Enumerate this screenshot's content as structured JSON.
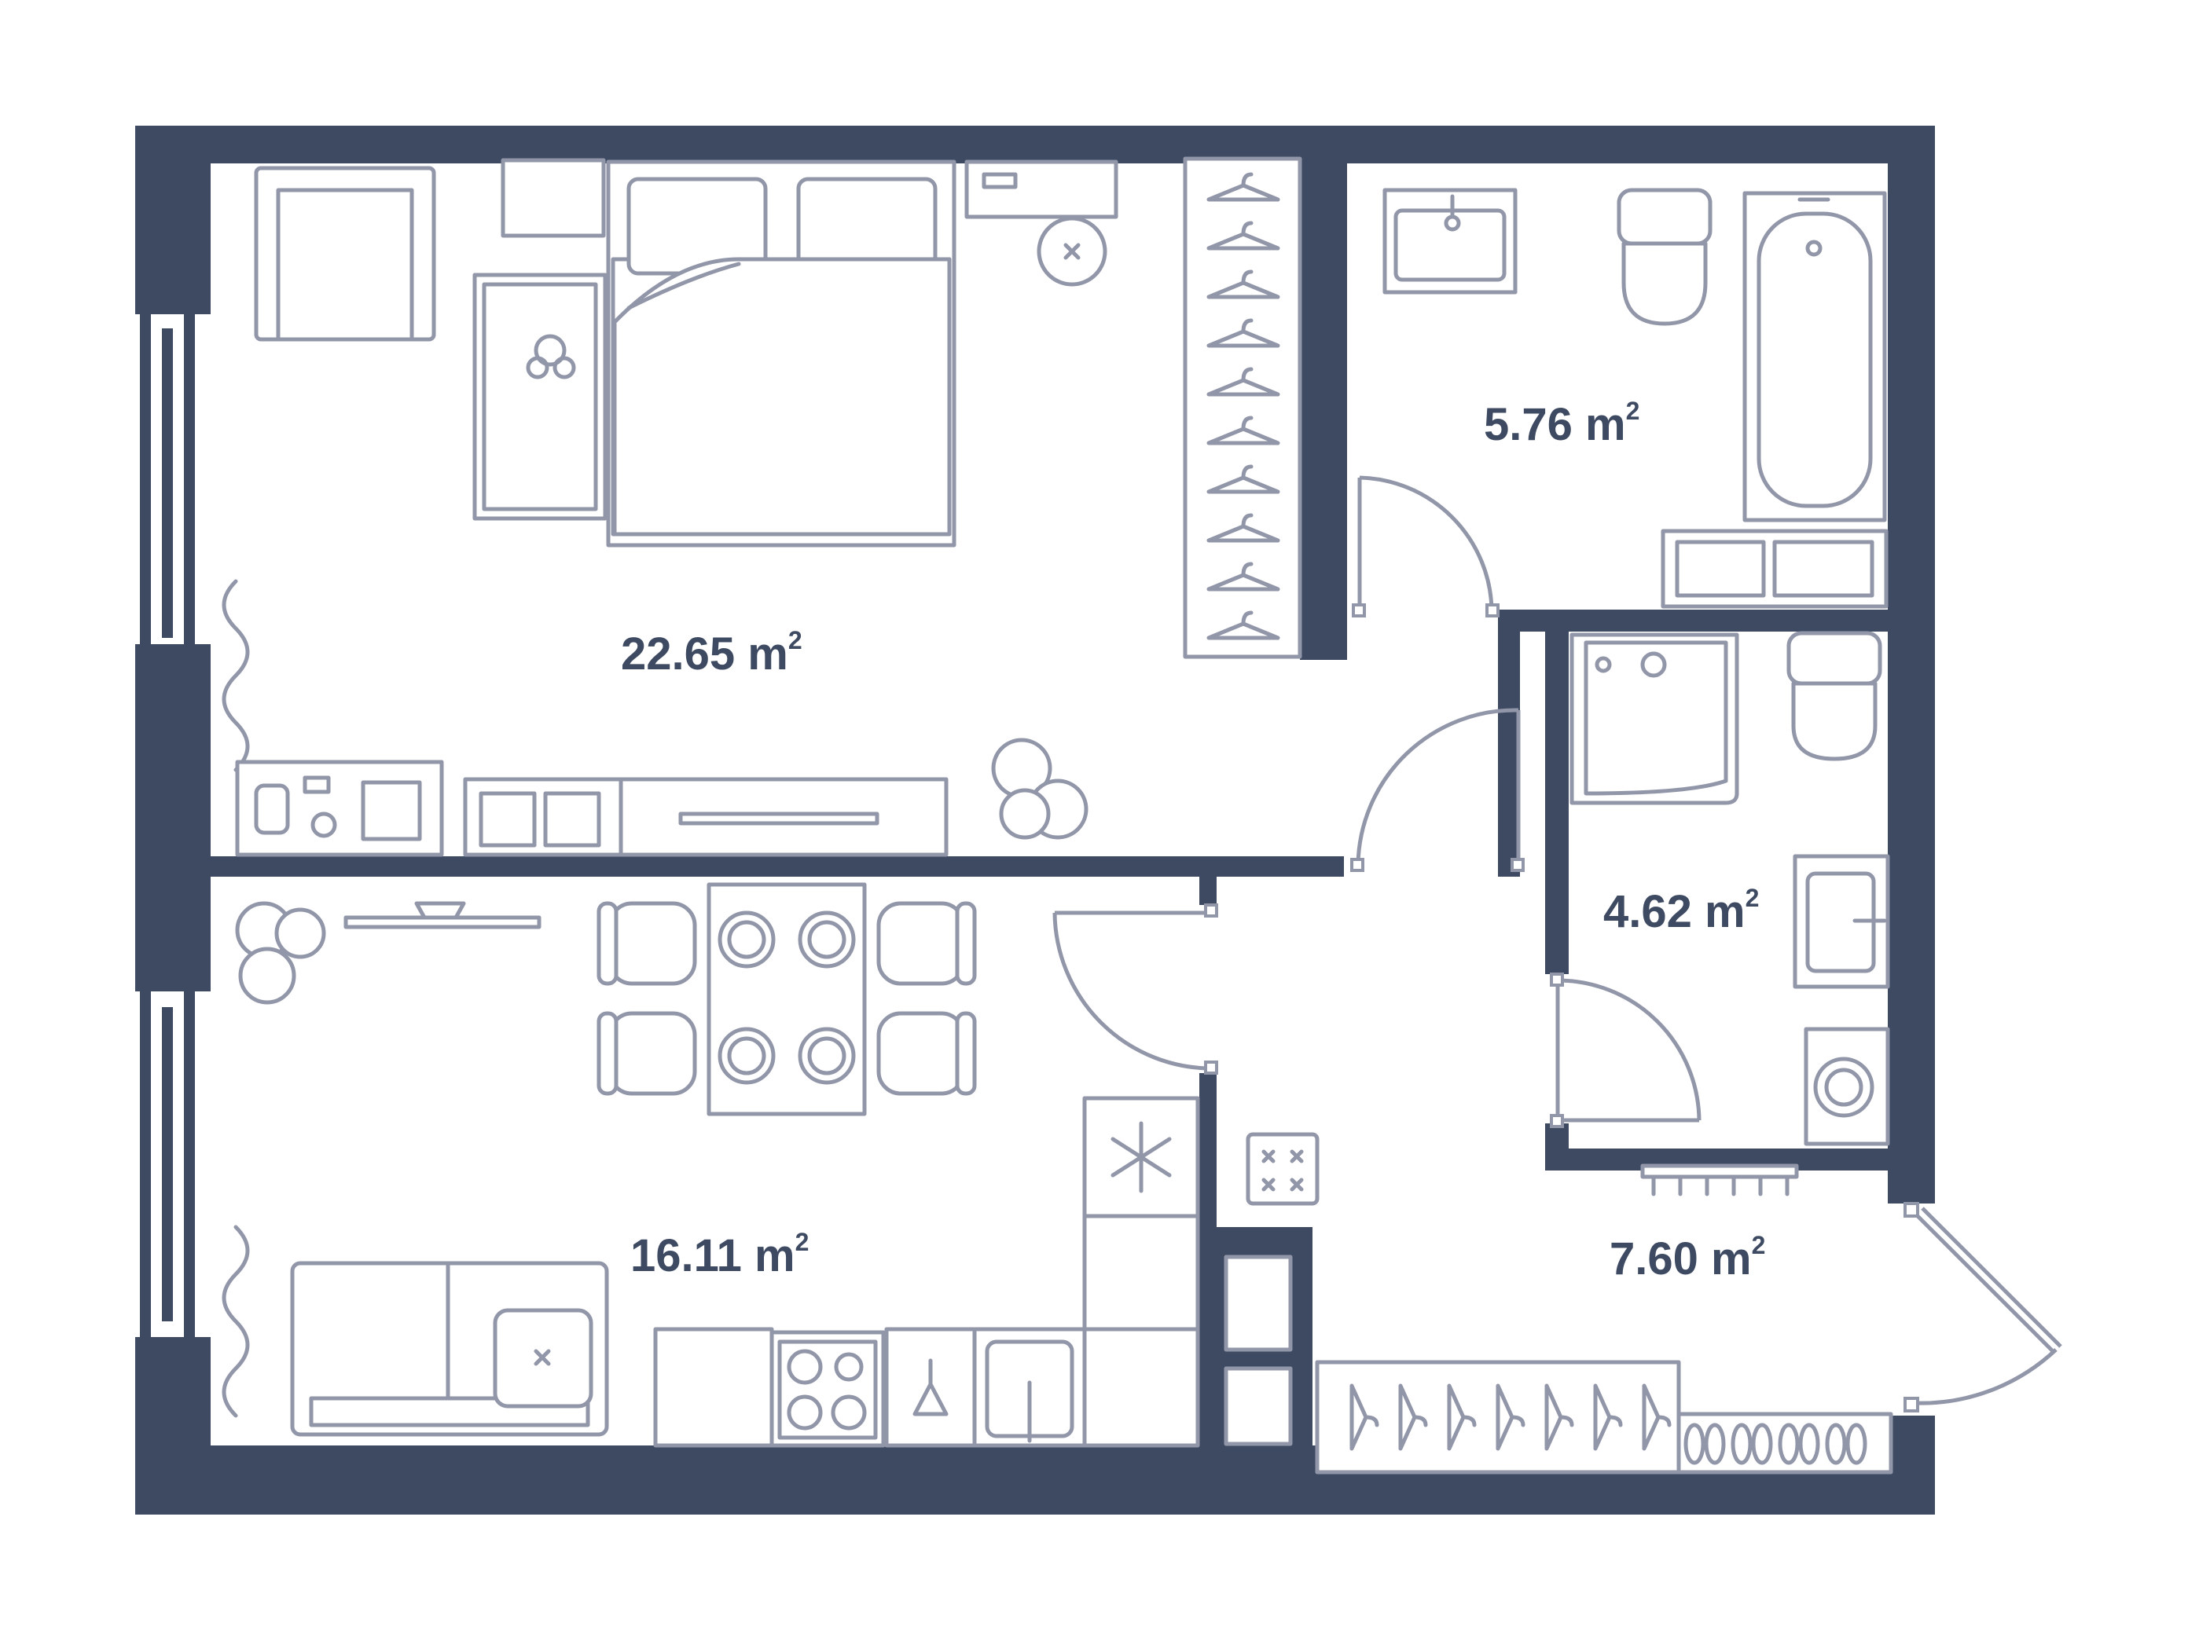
{
  "colors": {
    "wall": "#3d4a62",
    "furniture_stroke": "#9296a9",
    "label": "#3d4a62",
    "background": "#ffffff"
  },
  "rooms": [
    {
      "id": "bedroom",
      "area": "22.65 m",
      "unit_exp": "2"
    },
    {
      "id": "bathroom",
      "area": "5.76 m",
      "unit_exp": "2"
    },
    {
      "id": "shower-room",
      "area": "4.62 m",
      "unit_exp": "2"
    },
    {
      "id": "kitchen-living",
      "area": "16.11 m",
      "unit_exp": "2"
    },
    {
      "id": "hallway",
      "area": "7.60 m",
      "unit_exp": "2"
    }
  ]
}
